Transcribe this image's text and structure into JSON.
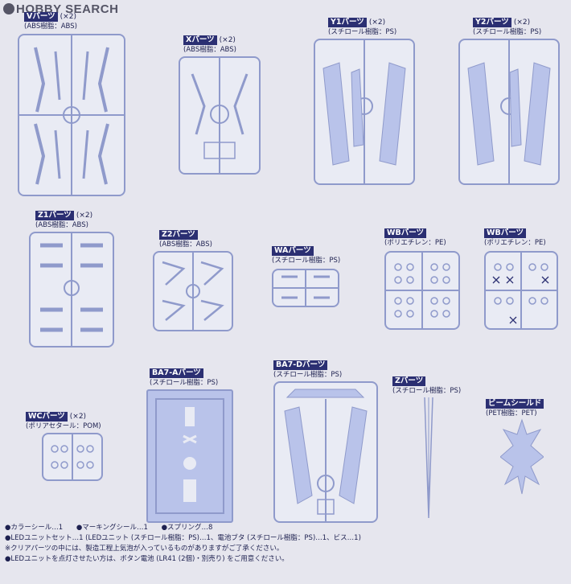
{
  "logo": {
    "text": "HOBBY SEARCH"
  },
  "parts": {
    "v": {
      "name": "Vパーツ",
      "qty": "(×2)",
      "mat": "(ABS樹脂：ABS)"
    },
    "x": {
      "name": "Xパーツ",
      "qty": "(×2)",
      "mat": "(ABS樹脂：ABS)"
    },
    "y1": {
      "name": "Y1パーツ",
      "qty": "(×2)",
      "mat": "(スチロール樹脂：PS)"
    },
    "y2": {
      "name": "Y2パーツ",
      "qty": "(×2)",
      "mat": "(スチロール樹脂：PS)"
    },
    "z1": {
      "name": "Z1パーツ",
      "qty": "(×2)",
      "mat": "(ABS樹脂：ABS)"
    },
    "z2": {
      "name": "Z2パーツ",
      "qty": "",
      "mat": "(ABS樹脂：ABS)"
    },
    "wa": {
      "name": "WAパーツ",
      "qty": "",
      "mat": "(スチロール樹脂：PS)"
    },
    "wb1": {
      "name": "WBパーツ",
      "qty": "",
      "mat": "(ポリエチレン：PE)"
    },
    "wb2": {
      "name": "WBパーツ",
      "qty": "",
      "mat": "(ポリエチレン：PE)"
    },
    "wc": {
      "name": "WCパーツ",
      "qty": "(×2)",
      "mat": "(ポリアセタール：POM)"
    },
    "ba7a": {
      "name": "BA7-Aパーツ",
      "qty": "",
      "mat": "(スチロール樹脂：PS)"
    },
    "ba7d": {
      "name": "BA7-Dパーツ",
      "qty": "",
      "mat": "(スチロール樹脂：PS)"
    },
    "z": {
      "name": "Zパーツ",
      "qty": "",
      "mat": "(スチロール樹脂：PS)"
    },
    "beam": {
      "name": "ビームシールド",
      "qty": "",
      "mat": "(PET樹脂：PET)"
    }
  },
  "footer": {
    "line1_a": "●カラーシール…1",
    "line1_b": "●マーキングシール…1",
    "line1_c": "●スプリング…8",
    "line2": "●LEDユニットセット…1 (LEDユニット (スチロール樹脂：PS)…1、電池ブタ (スチロール樹脂：PS)…1、ビス…1)",
    "line3": "※クリアパーツの中には、製造工程上気泡が入っているものがありますがご了承ください。",
    "line4": "●LEDユニットを点灯させたい方は、ボタン電池 (LR41 (2個)・別売り) をご用意ください。"
  },
  "colors": {
    "line": "#8f9acb",
    "ink": "#2b2f72",
    "fill": "#b9c3ea"
  }
}
